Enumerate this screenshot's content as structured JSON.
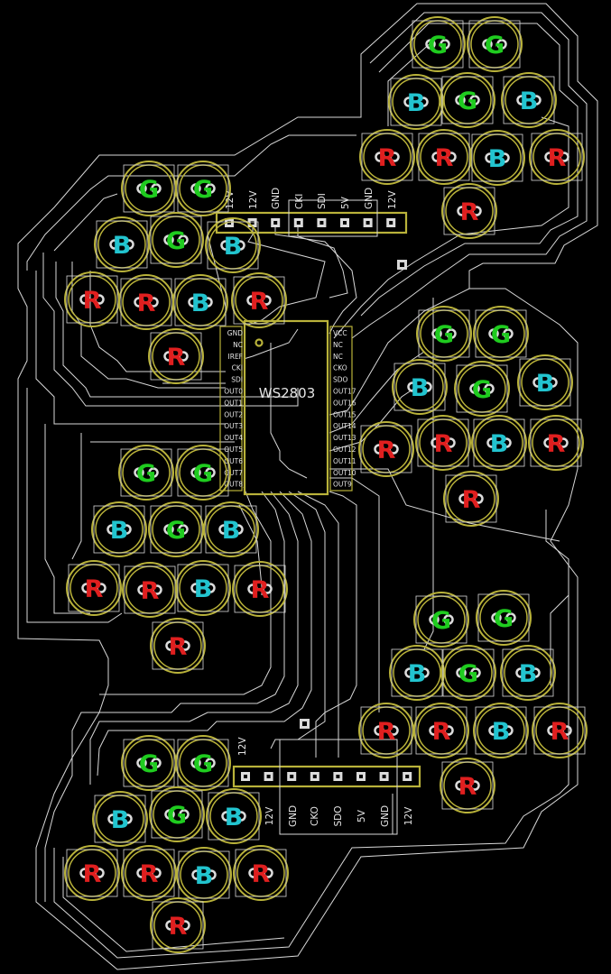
{
  "colors": {
    "background": "#000000",
    "trace": "#d8d8d8",
    "silkscreen": "#b9b23a",
    "pad": "#dcdcdc",
    "led_r": "#e01f1f",
    "led_g": "#1fcc1f",
    "led_b": "#22c4cf"
  },
  "chip": {
    "name": "WS2803",
    "left_pins": [
      "GND",
      "NC",
      "IREF",
      "CKI",
      "SDI",
      "OUT0",
      "OUT1",
      "OUT2",
      "OUT3",
      "OUT4",
      "OUT5",
      "OUT6",
      "OUT7",
      "OUT8"
    ],
    "right_pins": [
      "VCC",
      "NC",
      "NC",
      "CKO",
      "SDO",
      "OUT17",
      "OUT16",
      "OUT15",
      "OUT14",
      "OUT13",
      "OUT12",
      "OUT11",
      "OUT10",
      "OUT9"
    ]
  },
  "top_header": {
    "labels": [
      "12V",
      "12V",
      "GND",
      "CKI",
      "SDI",
      "5V",
      "GND",
      "12V"
    ]
  },
  "bottom_header": {
    "labels": [
      "12V",
      "12V",
      "GND",
      "CKO",
      "SDO",
      "5V",
      "GND",
      "12V"
    ]
  },
  "led_letters": {
    "R": "R",
    "G": "G",
    "B": "B"
  },
  "clusters": [
    {
      "name": "cluster-top-left",
      "leds": [
        [
          "G",
          165,
          209
        ],
        [
          "G",
          225,
          209
        ],
        [
          "B",
          135,
          271
        ],
        [
          "G",
          195,
          266
        ],
        [
          "B",
          258,
          272
        ],
        [
          "R",
          102,
          332
        ],
        [
          "R",
          162,
          335
        ],
        [
          "B",
          222,
          335
        ],
        [
          "R",
          287,
          333
        ],
        [
          "R",
          195,
          395
        ]
      ]
    },
    {
      "name": "cluster-top-right",
      "leds": [
        [
          "G",
          485,
          49
        ],
        [
          "G",
          548,
          49
        ],
        [
          "B",
          461,
          113
        ],
        [
          "G",
          518,
          111
        ],
        [
          "B",
          586,
          111
        ],
        [
          "R",
          429,
          174
        ],
        [
          "R",
          492,
          174
        ],
        [
          "B",
          551,
          175
        ],
        [
          "R",
          617,
          174
        ],
        [
          "R",
          520,
          234
        ]
      ]
    },
    {
      "name": "cluster-mid-left",
      "leds": [
        [
          "G",
          162,
          524
        ],
        [
          "G",
          225,
          524
        ],
        [
          "B",
          132,
          587
        ],
        [
          "G",
          195,
          587
        ],
        [
          "B",
          256,
          587
        ],
        [
          "R",
          104,
          652
        ],
        [
          "R",
          166,
          654
        ],
        [
          "B",
          225,
          652
        ],
        [
          "R",
          288,
          653
        ],
        [
          "R",
          197,
          716
        ]
      ]
    },
    {
      "name": "cluster-mid-right",
      "leds": [
        [
          "G",
          492,
          370
        ],
        [
          "G",
          555,
          370
        ],
        [
          "B",
          465,
          429
        ],
        [
          "G",
          534,
          431
        ],
        [
          "B",
          604,
          424
        ],
        [
          "R",
          428,
          498
        ],
        [
          "R",
          491,
          491
        ],
        [
          "B",
          553,
          491
        ],
        [
          "R",
          616,
          491
        ],
        [
          "R",
          522,
          553
        ]
      ]
    },
    {
      "name": "cluster-bottom-left",
      "leds": [
        [
          "G",
          165,
          846
        ],
        [
          "G",
          225,
          846
        ],
        [
          "B",
          133,
          908
        ],
        [
          "G",
          196,
          903
        ],
        [
          "B",
          259,
          905
        ],
        [
          "R",
          102,
          968
        ],
        [
          "R",
          165,
          968
        ],
        [
          "B",
          226,
          970
        ],
        [
          "R",
          289,
          968
        ],
        [
          "R",
          197,
          1026
        ]
      ]
    },
    {
      "name": "cluster-bottom-right",
      "leds": [
        [
          "G",
          489,
          687
        ],
        [
          "G",
          558,
          685
        ],
        [
          "B",
          462,
          746
        ],
        [
          "G",
          519,
          746
        ],
        [
          "B",
          585,
          746
        ],
        [
          "R",
          428,
          810
        ],
        [
          "R",
          489,
          810
        ],
        [
          "B",
          555,
          810
        ],
        [
          "R",
          620,
          810
        ],
        [
          "R",
          518,
          871
        ]
      ]
    }
  ]
}
